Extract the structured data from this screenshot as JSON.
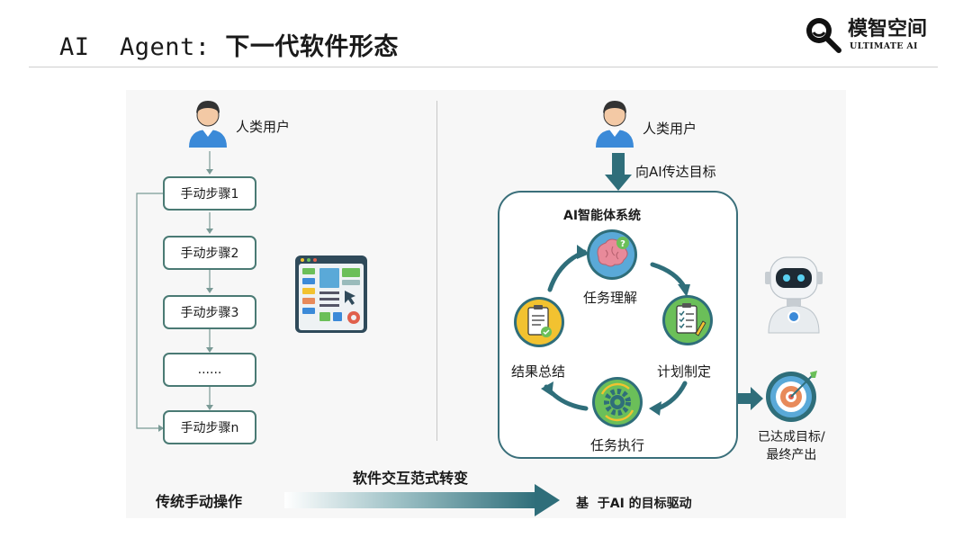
{
  "header": {
    "title_prefix": "AI  Agent:",
    "title_main": "下一代软件形态"
  },
  "logo": {
    "brand": "模智空间",
    "sub": "ULTIMATE AI"
  },
  "left": {
    "user_label": "人类用户",
    "steps": [
      "手动步骤1",
      "手动步骤2",
      "手动步骤3",
      "......",
      "手动步骤n"
    ]
  },
  "right": {
    "user_label": "人类用户",
    "arrow_label": "向AI传达目标",
    "system_title": "AI智能体系统",
    "cycle": {
      "understand": "任务理解",
      "plan": "计划制定",
      "execute": "任务执行",
      "summary": "结果总结"
    },
    "outcome": "已达成目标/\n最终产出"
  },
  "bottom": {
    "from": "传统手动操作",
    "shift": "软件交互范式转变",
    "to": "基  于AI 的目标驱动"
  },
  "colors": {
    "accent_teal": "#2f6e7a",
    "user_blue": "#3b8ad8",
    "brain_pink": "#e88a9a",
    "yellow": "#f2c230",
    "green": "#6bbf59"
  },
  "icons": [
    "user-icon",
    "app-window-icon",
    "brain-icon",
    "checklist-icon",
    "clipboard-icon",
    "gear-icon",
    "robot-icon",
    "target-icon",
    "magnifier-logo-icon"
  ]
}
